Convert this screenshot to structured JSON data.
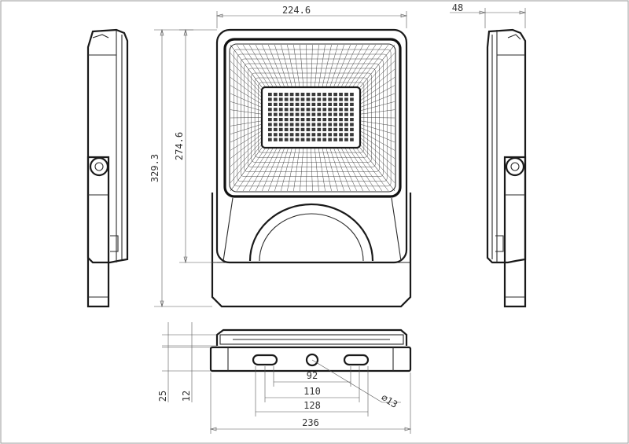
{
  "drawing": {
    "colors": {
      "line": "#1a1a1a",
      "dimension": "#555555",
      "background": "#ffffff"
    },
    "dimensions": {
      "front_width": "224.6",
      "side_depth": "48",
      "overall_height": "329.3",
      "housing_height": "274.6",
      "bottom_height": "25",
      "bottom_inner_height": "12",
      "hole_spacing_1": "92",
      "hole_spacing_2": "110",
      "hole_spacing_3": "128",
      "overall_width": "236",
      "hole_diameter": "∅13"
    },
    "led_grid": {
      "rows": 10,
      "cols": 16
    }
  }
}
